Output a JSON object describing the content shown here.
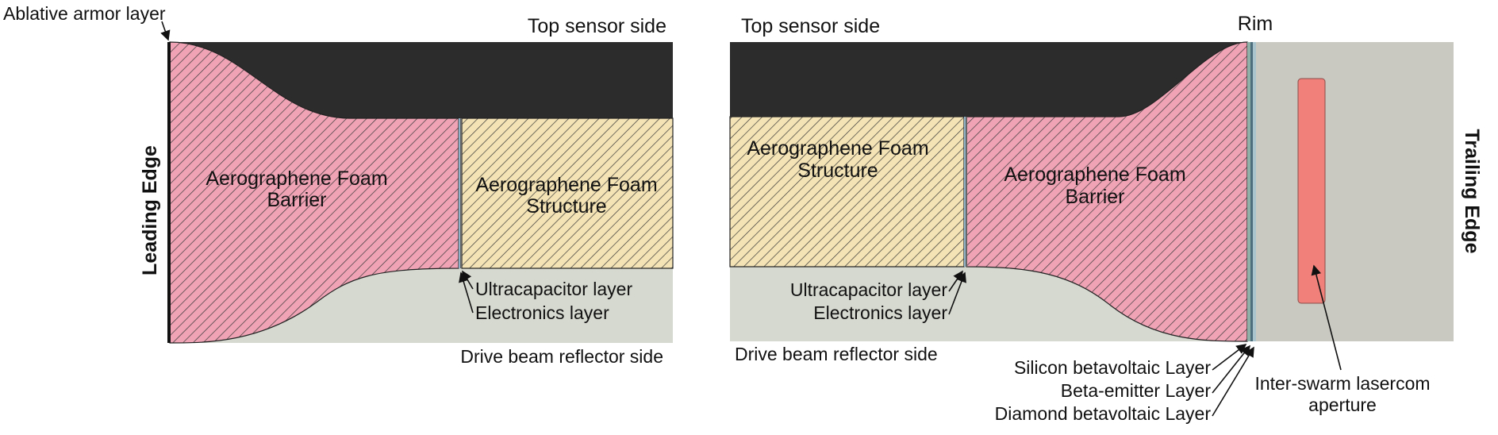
{
  "colors": {
    "top_side": "#2c2c2c",
    "bottom_side": "#d6d9d0",
    "barrier_fill": "#f0a3b5",
    "structure_fill": "#f4e3b4",
    "rim_fill": "#c9c9c2",
    "aperture_fill": "#f08079",
    "hatch_line": "#3a3a3a"
  },
  "left_panel": {
    "ablative_label": "Ablative armor layer",
    "top_side_label": "Top sensor side",
    "leading_edge_label": "Leading Edge",
    "barrier_label_1": "Aerographene Foam",
    "barrier_label_2": "Barrier",
    "structure_label_1": "Aerographene Foam",
    "structure_label_2": "Structure",
    "ultracapacitor_label": "Ultracapacitor layer",
    "electronics_label": "Electronics layer",
    "bottom_side_label": "Drive beam reflector side"
  },
  "right_panel": {
    "top_side_label": "Top sensor side",
    "rim_label": "Rim",
    "structure_label_1": "Aerographene Foam",
    "structure_label_2": "Structure",
    "barrier_label_1": "Aerographene Foam",
    "barrier_label_2": "Barrier",
    "ultracapacitor_label": "Ultracapacitor layer",
    "electronics_label": "Electronics layer",
    "bottom_side_label": "Drive beam reflector side",
    "silicon_label": "Silicon betavoltaic Layer",
    "beta_emitter_label": "Beta-emitter Layer",
    "diamond_label": "Diamond betavoltaic Layer",
    "aperture_label_1": "Inter-swarm lasercom",
    "aperture_label_2": "aperture",
    "trailing_edge_label": "Trailing Edge"
  }
}
